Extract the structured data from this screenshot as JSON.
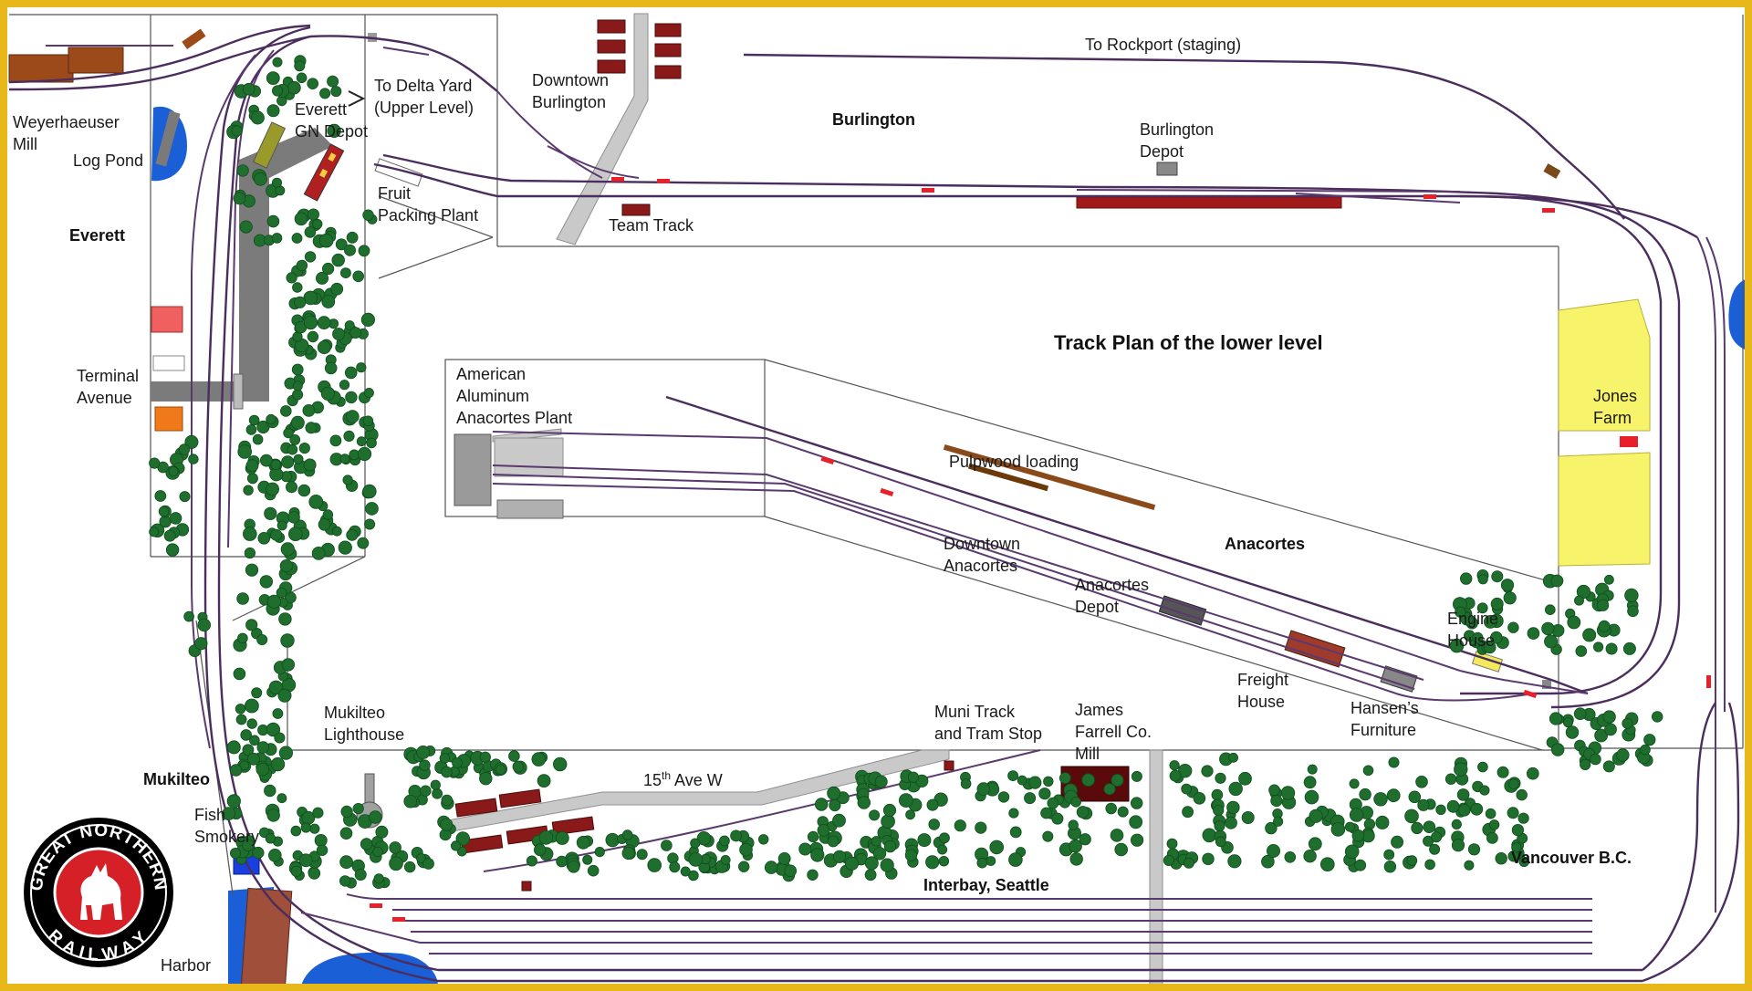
{
  "diagram": {
    "title": "Track Plan of the lower level",
    "logo": {
      "name": "great-northern-railway-logo",
      "ring_top_text": "GREAT NORTHERN",
      "ring_bottom_text": "RAILWAY",
      "colors": {
        "ring": "#000000",
        "center": "#d62027",
        "goat": "#ffffff"
      }
    },
    "labels": {
      "weyerhaeuser_mill": [
        "Weyerhaeuser",
        "Mill"
      ],
      "log_pond": "Log Pond",
      "everett": "Everett",
      "everett_gn_depot": [
        "Everett",
        "GN Depot"
      ],
      "to_delta_yard": [
        "To Delta Yard",
        "(Upper Level)"
      ],
      "fruit_packing_plant": [
        "Fruit",
        "Packing Plant"
      ],
      "downtown_burlington": [
        "Downtown",
        "Burlington"
      ],
      "team_track": "Team Track",
      "burlington": "Burlington",
      "burlington_depot": [
        "Burlington",
        "Depot"
      ],
      "to_rockport": "To Rockport (staging)",
      "terminal_avenue": [
        "Terminal",
        "Avenue"
      ],
      "american_aluminum": [
        "American",
        "Aluminum",
        "Anacortes Plant"
      ],
      "pulpwood_loading": "Pulpwood  loading",
      "downtown_anacortes": [
        "Downtown",
        "Anacortes"
      ],
      "anacortes": "Anacortes",
      "anacortes_depot": [
        "Anacortes",
        "Depot"
      ],
      "freight_house": [
        "Freight",
        "House"
      ],
      "hansens_furniture": [
        "Hansen’s",
        "Furniture"
      ],
      "engine_house": [
        "Engine",
        "House"
      ],
      "jones_farm": [
        "Jones",
        "Farm"
      ],
      "mukilteo_lighthouse": [
        "Mukilteo",
        "Lighthouse"
      ],
      "mukilteo": "Mukilteo",
      "fish_smokery": [
        "Fish",
        "Smokery"
      ],
      "harbor": "Harbor",
      "fifteenth_ave_w": {
        "base": "15",
        "sup": "th",
        "rest": " Ave W"
      },
      "muni_track": [
        "Muni Track",
        "and Tram Stop"
      ],
      "james_farrell": [
        "James",
        "Farrell Co.",
        "Mill"
      ],
      "interbay_seattle": "Interbay, Seattle",
      "vancouver_bc": "Vancouver B.C."
    },
    "colors": {
      "frame": "#e8b71a",
      "track": "#4b2d5e",
      "tree": "#1f6e2e",
      "water": "#1a5fd6",
      "road": "#7b7b7b",
      "building": "#8a1a1a",
      "field": "#f7f36b",
      "signal": "#e8202a"
    }
  }
}
